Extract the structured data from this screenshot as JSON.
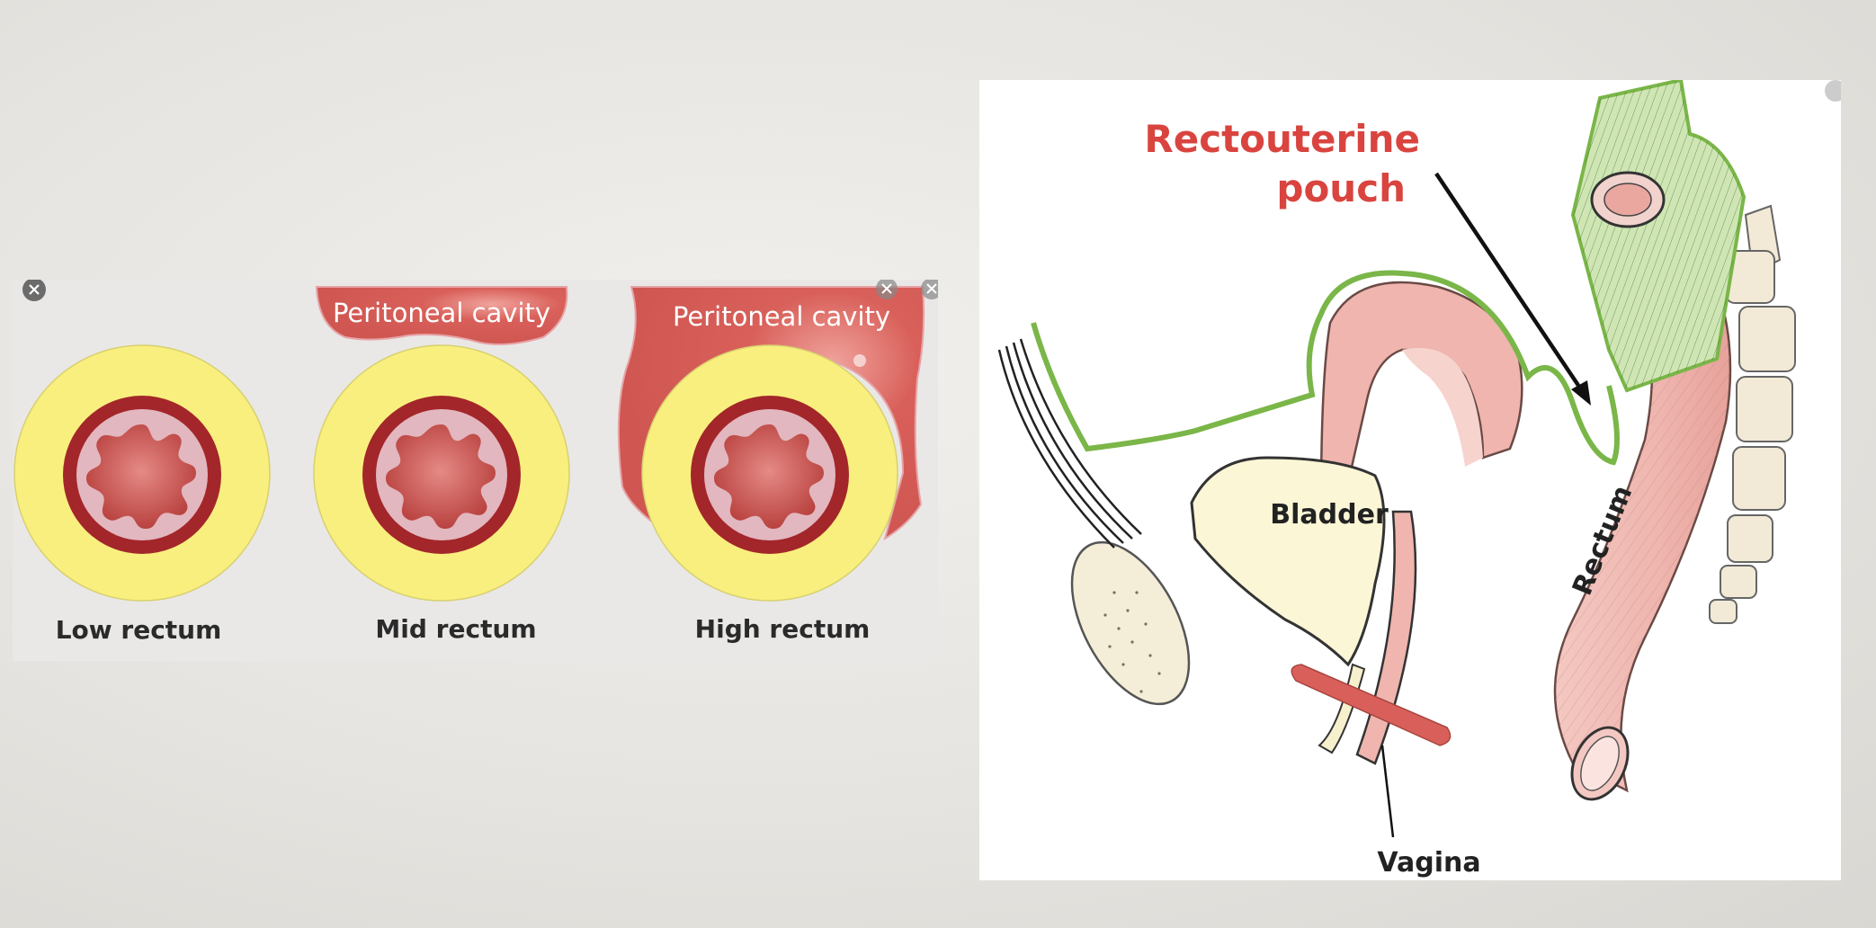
{
  "left_figure": {
    "labels": {
      "low": "Low rectum",
      "mid": "Mid rectum",
      "high": "High rectum",
      "peritoneal_mid": "Peritoneal cavity",
      "peritoneal_high": "Peritoneal cavity"
    },
    "close_icons": [
      "close-icon",
      "close-icon",
      "close-icon"
    ]
  },
  "right_figure": {
    "title_line1": "Rectouterine",
    "title_line2": "pouch",
    "bladder": "Bladder",
    "rectum": "Rectum",
    "vagina": "Vagina"
  },
  "colors": {
    "peritoneum_green": "#7ab648",
    "label_red": "#d9443f",
    "fat_yellow": "#f9ef7e",
    "rectal_wall": "#a3262a",
    "peritoneal_cavity": "#d9605a"
  }
}
